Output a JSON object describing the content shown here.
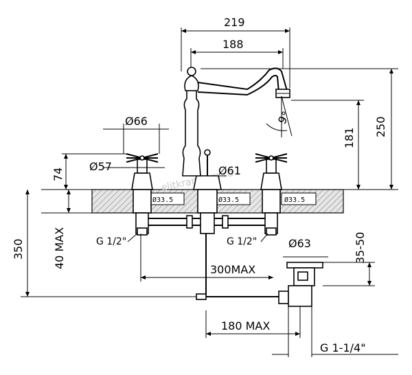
{
  "dimensions": {
    "width_total": "219",
    "width_spout": "188",
    "height_total": "250",
    "height_spout": "181",
    "swivel_angle": "9°",
    "handle_diameter": "Ø66",
    "flange_diameter": "Ø57",
    "spout_base_diameter": "Ø61",
    "handle_height": "74",
    "under_deck_depth": "350",
    "deck_thickness_max": "40 MAX",
    "hole_diameter_left": "Ø33.5",
    "hole_diameter_center": "Ø33.5",
    "hole_diameter_right": "Ø33.5",
    "thread_left": "G 1/2\"",
    "thread_right": "G 1/2\"",
    "spread_max": "300MAX",
    "pop_up_diameter": "Ø63",
    "pop_up_range": "35-50",
    "rod_length_max": "180 MAX",
    "drain_thread": "G 1-1/4\""
  },
  "watermark": "elitkran.com.ru",
  "colors": {
    "ink": "#000000",
    "deck_fill": "#d9d9d9",
    "watermark": "#c9c9c9"
  }
}
